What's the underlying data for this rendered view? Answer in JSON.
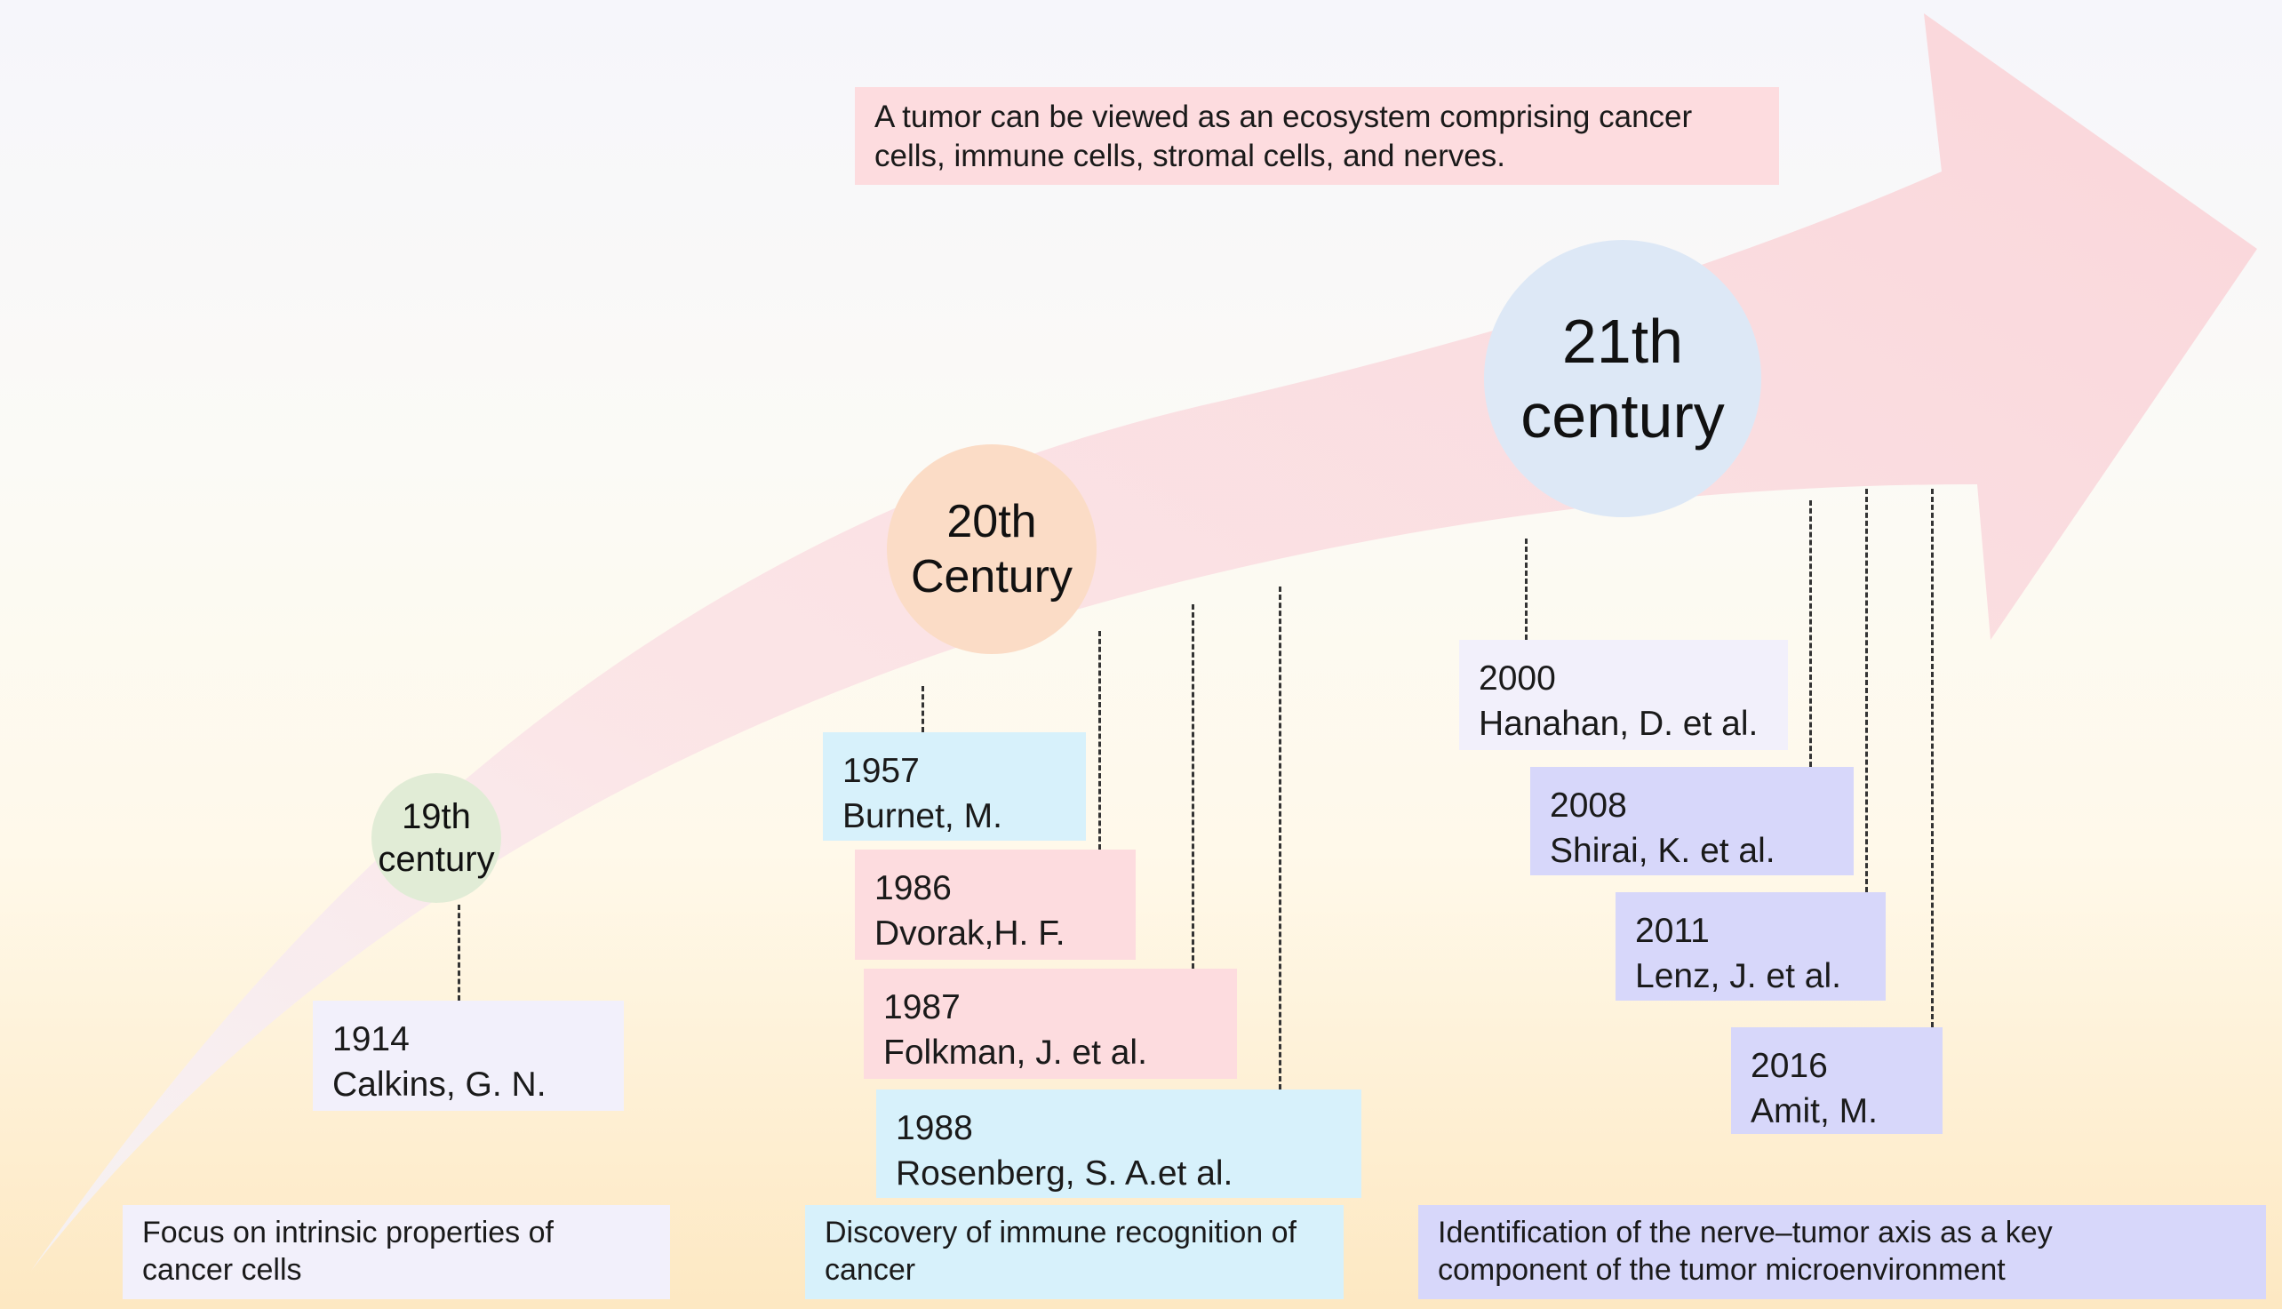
{
  "header_note": {
    "line1": "A tumor can be viewed as an ecosystem comprising cancer",
    "line2": "cells, immune cells, stromal cells, and nerves."
  },
  "eras": [
    {
      "line1": "19th",
      "line2": "century"
    },
    {
      "line1": "20th",
      "line2": "Century"
    },
    {
      "line1": "21th",
      "line2": "century"
    }
  ],
  "milestones": [
    {
      "year": "1914",
      "author": "Calkins, G. N."
    },
    {
      "year": "1957",
      "author": "Burnet, M."
    },
    {
      "year": "1986",
      "author": "Dvorak,H. F."
    },
    {
      "year": "1987",
      "author": "Folkman, J. et al."
    },
    {
      "year": "1988",
      "author": "Rosenberg, S. A.et al."
    },
    {
      "year": "2000",
      "author": "Hanahan, D. et al."
    },
    {
      "year": "2008",
      "author": "Shirai, K. et al."
    },
    {
      "year": "2011",
      "author": "Lenz, J. et al."
    },
    {
      "year": "2016",
      "author": "Amit, M."
    }
  ],
  "focus_notes": [
    {
      "line1": "Focus on intrinsic properties of",
      "line2": "cancer cells"
    },
    {
      "line1": "Discovery of immune recognition of",
      "line2": "cancer"
    },
    {
      "line1": "Identification of the nerve–tumor axis as a key",
      "line2": "component of the tumor microenvironment"
    }
  ],
  "colors": {
    "arrow": "#fadadd",
    "era_19th": "#e1ecd6",
    "era_20th": "#fbdcc6",
    "era_21th": "#dde8f6",
    "box_lavender": "#f2f0fb",
    "box_cyan": "#d7f1fb",
    "box_pink": "#fddcdf",
    "box_periwinkle": "#d7d7fa",
    "note_pink": "#fddcdf"
  }
}
